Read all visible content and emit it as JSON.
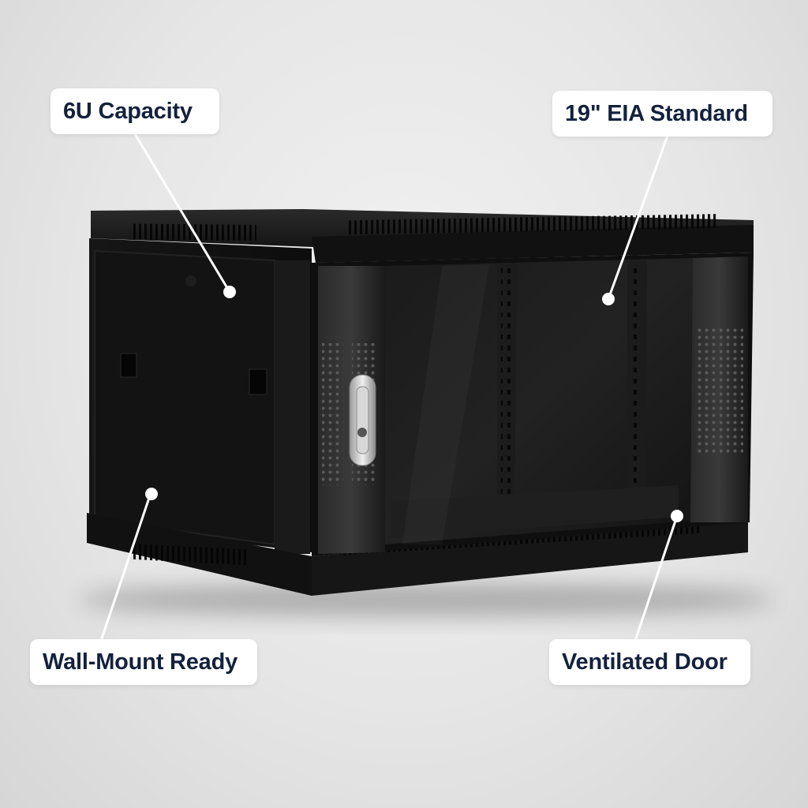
{
  "callouts": {
    "capacity": "6U Capacity",
    "standard": "19\" EIA Standard",
    "wall_mount": "Wall-Mount Ready",
    "door": "Ventilated Door"
  },
  "colors": {
    "label_text": "#14213d",
    "label_background": "#ffffff",
    "cabinet": "#151515",
    "background": "#e6e6e6"
  }
}
